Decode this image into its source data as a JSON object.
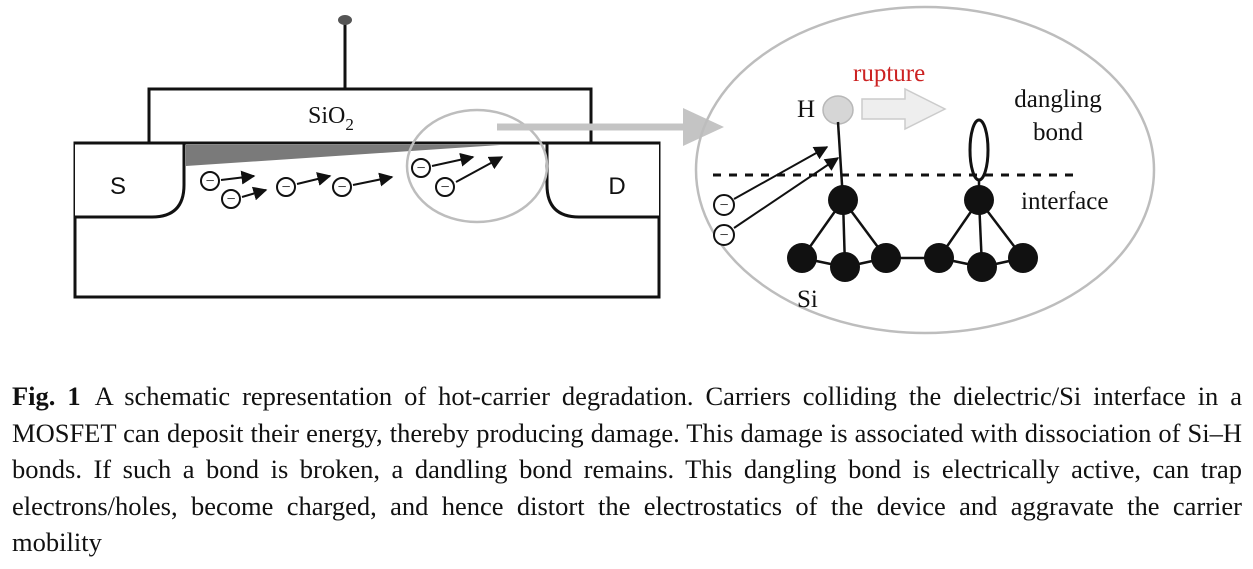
{
  "diagram": {
    "oxide_label": "SiO",
    "oxide_subscript": "2",
    "source_label": "S",
    "drain_label": "D",
    "hydrogen_label": "H",
    "rupture_label": "rupture",
    "dangling_label_line1": "dangling",
    "dangling_label_line2": "bond",
    "interface_label": "interface",
    "silicon_label": "Si",
    "electron_symbol": "−",
    "colors": {
      "rupture_text": "#cc2222",
      "channel_wedge": "#7a7a7a",
      "zoom_arrow": "#c4c4c4",
      "zoom_outline": "#bdbdbd",
      "hydrogen_fill": "#d6d6d6",
      "silicon_atom": "#111111"
    }
  },
  "caption": {
    "label": "Fig. 1",
    "text": "A schematic representation of hot-carrier degradation. Carriers colliding the dielectric/Si interface in a MOSFET can deposit their energy, thereby producing damage. This damage is associated with dissociation of Si–H bonds. If such a bond is broken, a dandling bond remains. This dangling bond is electrically active, can trap electrons/holes, become charged, and hence distort the electrostatics of the device and aggravate the carrier mobility"
  }
}
